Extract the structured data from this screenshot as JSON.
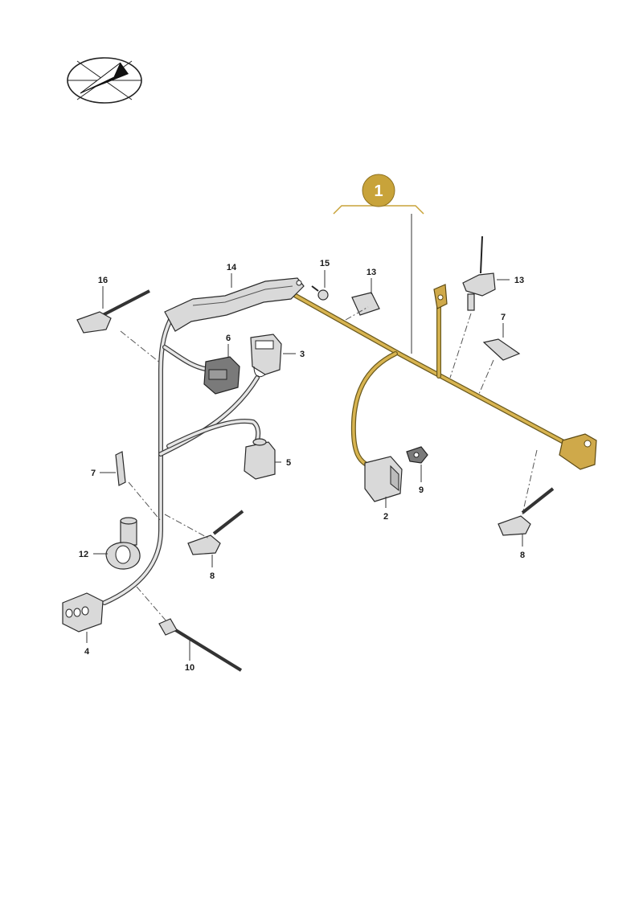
{
  "main_callout": {
    "label": "1",
    "color": "#c8a33a"
  },
  "compass_icon": "compass-direction-icon",
  "callouts": {
    "c2": "2",
    "c3": "3",
    "c4": "4",
    "c5": "5",
    "c6": "6",
    "c7a": "7",
    "c7b": "7",
    "c8a": "8",
    "c8b": "8",
    "c9": "9",
    "c10": "10",
    "c12": "12",
    "c13a": "13",
    "c13b": "13",
    "c14": "14",
    "c15": "15",
    "c16": "16"
  },
  "colors": {
    "harness_gold": "#d8b450",
    "harness_grey": "#e6e6e6",
    "outline": "#2a2a2a"
  }
}
